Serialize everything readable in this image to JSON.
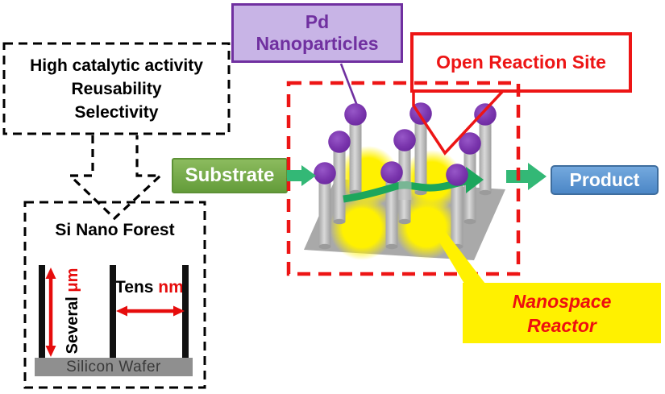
{
  "benefits_box": {
    "line1": "High catalytic activity",
    "line2": "Reusability",
    "line3": "Selectivity"
  },
  "pd_box": {
    "line1": "Pd",
    "line2": "Nanoparticles"
  },
  "open_reaction_site": {
    "label": "Open Reaction Site"
  },
  "flow": {
    "substrate_label": "Substrate",
    "product_label": "Product"
  },
  "nanospace_box": {
    "line1": "Nanospace",
    "line2": "Reactor"
  },
  "si_forest_box": {
    "title": "Si Nano Forest",
    "height_label": {
      "black": "Several ",
      "red": "μm"
    },
    "width_label": {
      "black": "Tens ",
      "red": "nm"
    },
    "wafer_label": "Silicon Wafer"
  },
  "colors": {
    "red_accent": "#ed1515",
    "purple_accent": "#7030a0",
    "purple_fill": "#c8b4e6",
    "sphere_purple": "#7a35ad",
    "substrate_green": "#71a93f",
    "flow_arrow_green": "#33b876",
    "reaction_path_green": "#1da65c",
    "product_blue": "#5b9bd5",
    "nanospace_yellow": "#fff100",
    "pillar_gray": "#c4c4c4",
    "plate_gray": "#a9a9a9",
    "wafer_gray": "#8f8f8f"
  }
}
